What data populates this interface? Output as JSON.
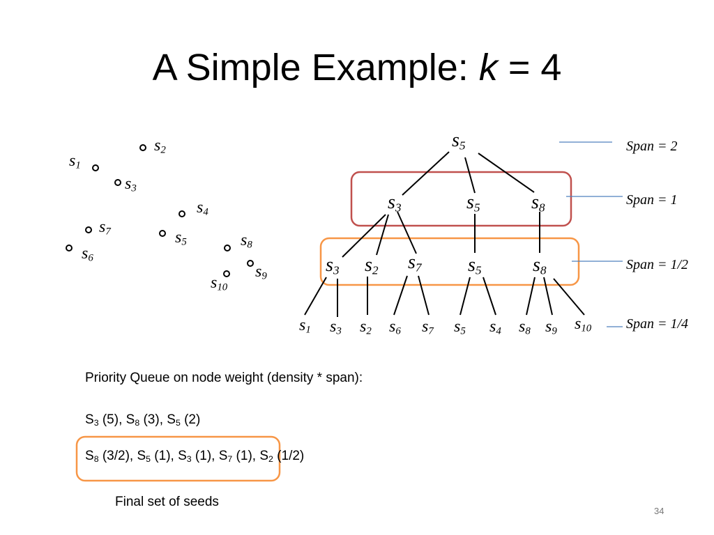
{
  "title": {
    "text": "A Simple Example: ",
    "var": "k",
    "rest": " = 4"
  },
  "points": [
    {
      "name": "s",
      "sub": "1"
    },
    {
      "name": "s",
      "sub": "2"
    },
    {
      "name": "s",
      "sub": "3"
    },
    {
      "name": "s",
      "sub": "4"
    },
    {
      "name": "s",
      "sub": "5"
    },
    {
      "name": "s",
      "sub": "6"
    },
    {
      "name": "s",
      "sub": "7"
    },
    {
      "name": "s",
      "sub": "8"
    },
    {
      "name": "s",
      "sub": "9"
    },
    {
      "name": "s",
      "sub": "10"
    }
  ],
  "tree": {
    "level0": [
      {
        "name": "s",
        "sub": "5"
      }
    ],
    "level1": [
      {
        "name": "s",
        "sub": "3"
      },
      {
        "name": "s",
        "sub": "5"
      },
      {
        "name": "s",
        "sub": "8"
      }
    ],
    "level2": [
      {
        "name": "s",
        "sub": "3"
      },
      {
        "name": "s",
        "sub": "2"
      },
      {
        "name": "s",
        "sub": "7"
      },
      {
        "name": "s",
        "sub": "5"
      },
      {
        "name": "s",
        "sub": "8"
      }
    ],
    "level3": [
      {
        "name": "s",
        "sub": "1"
      },
      {
        "name": "s",
        "sub": "3"
      },
      {
        "name": "s",
        "sub": "2"
      },
      {
        "name": "s",
        "sub": "6"
      },
      {
        "name": "s",
        "sub": "7"
      },
      {
        "name": "s",
        "sub": "5"
      },
      {
        "name": "s",
        "sub": "4"
      },
      {
        "name": "s",
        "sub": "8"
      },
      {
        "name": "s",
        "sub": "9"
      },
      {
        "name": "s",
        "sub": "10"
      }
    ]
  },
  "span_labels": [
    "Span = 2",
    "Span = 1",
    "Span = 1/2",
    "Span = 1/4"
  ],
  "queue": {
    "heading": "Priority Queue  on node weight (density * span):",
    "row1": [
      {
        "s": "S",
        "sub": "3",
        "val": " (5), "
      },
      {
        "s": "S",
        "sub": "8",
        "val": " (3), "
      },
      {
        "s": "S",
        "sub": "5",
        "val": " (2)"
      }
    ],
    "row2": [
      {
        "s": "S",
        "sub": "8",
        "val": " (3/2), "
      },
      {
        "s": "S",
        "sub": "5",
        "val": " (1), "
      },
      {
        "s": "S",
        "sub": "3",
        "val": " (1), "
      },
      {
        "s": "S",
        "sub": "7",
        "val": " (1), "
      },
      {
        "s": "S",
        "sub": "2",
        "val": " (1/2)"
      }
    ],
    "caption": "Final set of seeds"
  },
  "slide_number": "34",
  "colors": {
    "level1_box": "#c0504d",
    "level2_box": "#f79646",
    "final_box": "#f79646",
    "span_line": "#4f81bd"
  }
}
